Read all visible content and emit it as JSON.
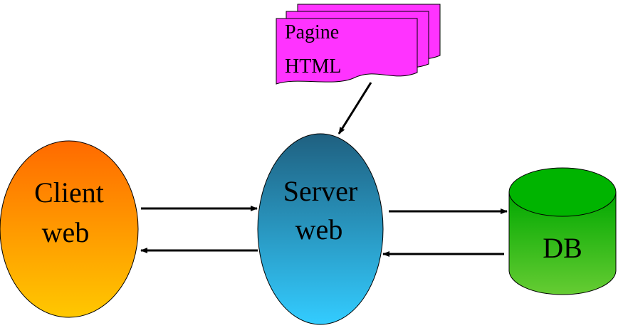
{
  "pages": {
    "lines": [
      "Pagine",
      "HTML"
    ],
    "color": "#ff33ff"
  },
  "client": {
    "lines": [
      "Client",
      "web"
    ],
    "color_top": "#ff6a00",
    "color_bottom": "#ffc800"
  },
  "server": {
    "lines": [
      "Server",
      "web"
    ],
    "color_top": "#1f6080",
    "color_bottom": "#33ccff"
  },
  "db": {
    "label": "DB",
    "color_top": "#00a800",
    "color_bottom": "#66cc33"
  },
  "arrow_color": "#000000"
}
